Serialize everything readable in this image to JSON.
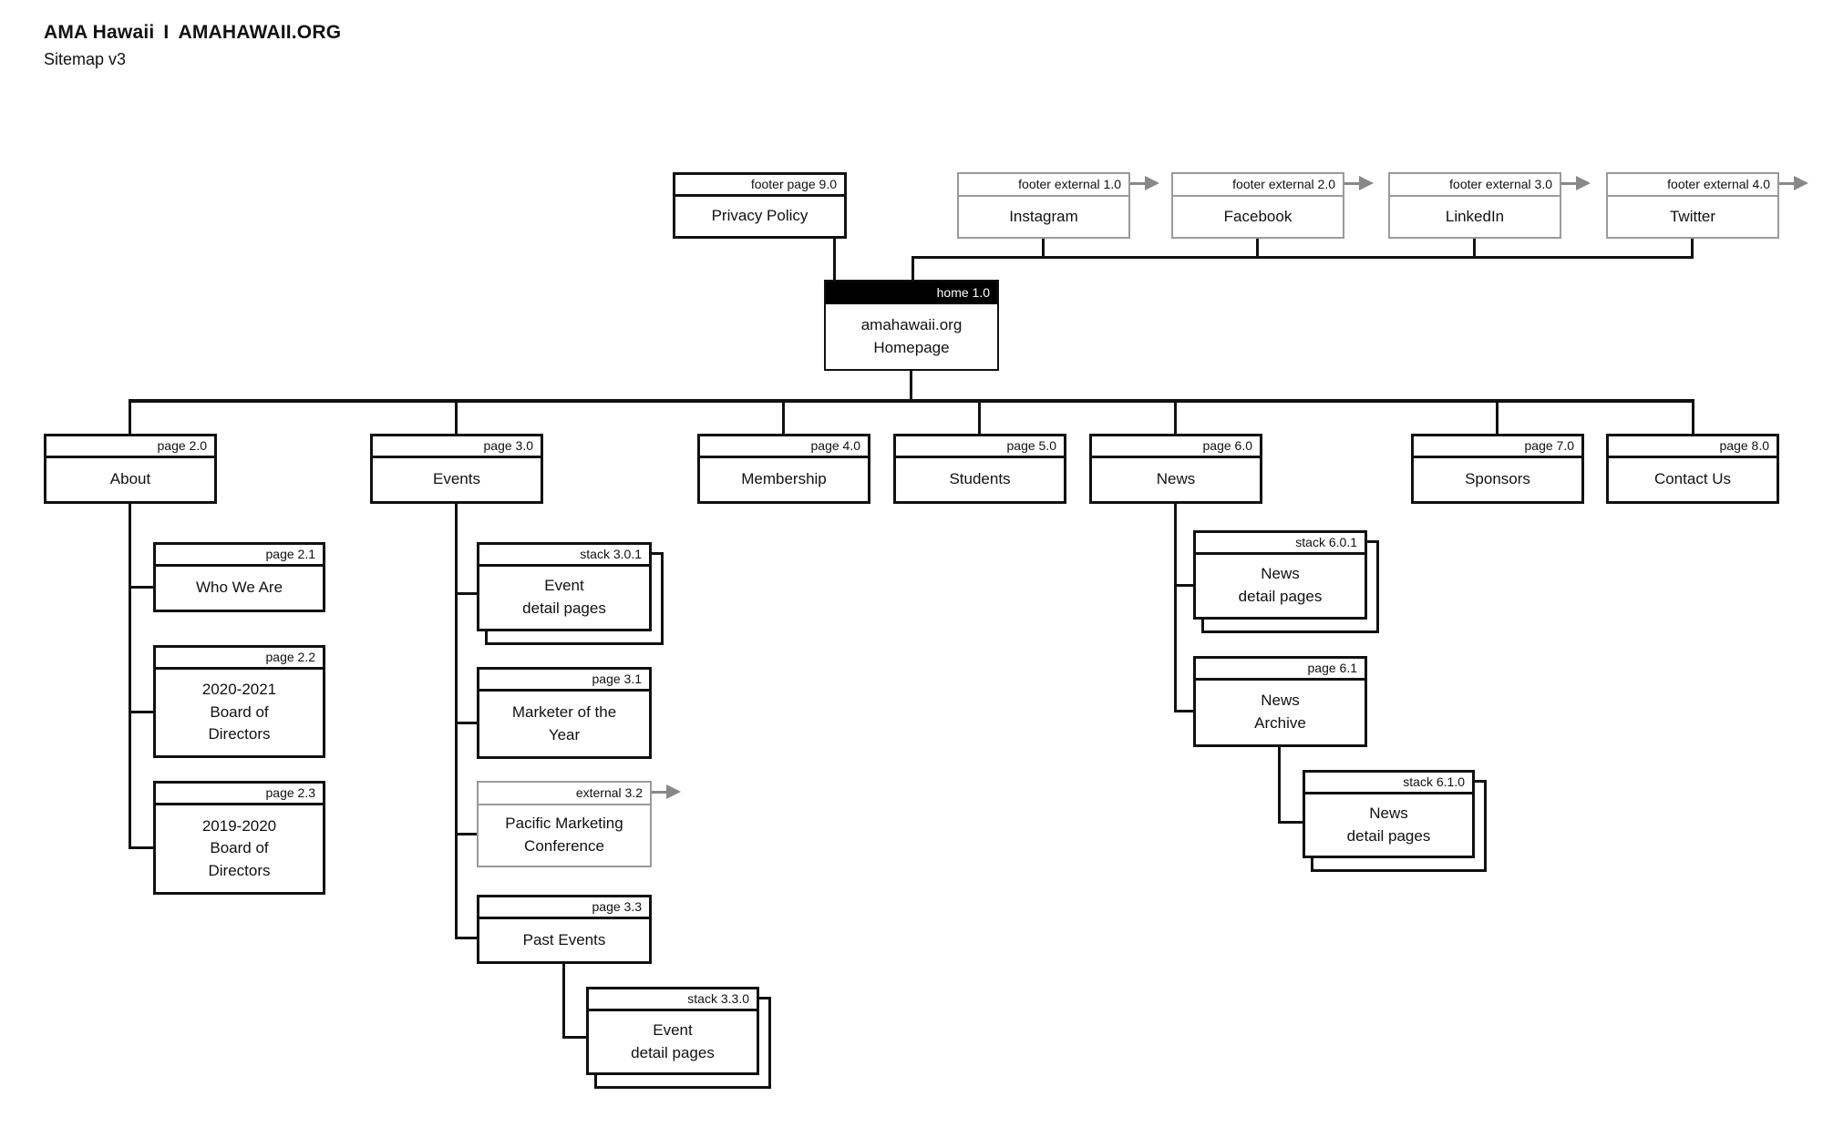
{
  "header": {
    "brand": "AMA Hawaii",
    "separator": "I",
    "site": "AMAHAWAII.ORG",
    "subtitle": "Sitemap v3"
  },
  "colors": {
    "page_border": "#111111",
    "external_border": "#9a9a9a",
    "home_header_bg": "#000000",
    "home_header_text": "#ffffff",
    "connector": "#111111",
    "external_arrow": "#888888",
    "background": "#ffffff"
  },
  "nodes": {
    "privacy": {
      "tag": "footer page 9.0",
      "title": "Privacy Policy"
    },
    "instagram": {
      "tag": "footer external 1.0",
      "title": "Instagram"
    },
    "facebook": {
      "tag": "footer external 2.0",
      "title": "Facebook"
    },
    "linkedin": {
      "tag": "footer external 3.0",
      "title": "LinkedIn"
    },
    "twitter": {
      "tag": "footer external 4.0",
      "title": "Twitter"
    },
    "home": {
      "tag": "home 1.0",
      "title": "amahawaii.org\nHomepage"
    },
    "about": {
      "tag": "page 2.0",
      "title": "About"
    },
    "events": {
      "tag": "page 3.0",
      "title": "Events"
    },
    "membership": {
      "tag": "page 4.0",
      "title": "Membership"
    },
    "students": {
      "tag": "page 5.0",
      "title": "Students"
    },
    "news": {
      "tag": "page 6.0",
      "title": "News"
    },
    "sponsors": {
      "tag": "page 7.0",
      "title": "Sponsors"
    },
    "contact": {
      "tag": "page 8.0",
      "title": "Contact Us"
    },
    "who_we_are": {
      "tag": "page 2.1",
      "title": "Who We Are"
    },
    "board_2020": {
      "tag": "page 2.2",
      "title": "2020-2021\nBoard of\nDirectors"
    },
    "board_2019": {
      "tag": "page 2.3",
      "title": "2019-2020\nBoard of\nDirectors"
    },
    "event_details_1": {
      "tag": "stack 3.0.1",
      "title": "Event\ndetail pages"
    },
    "marketer": {
      "tag": "page 3.1",
      "title": "Marketer of the\nYear"
    },
    "pacific": {
      "tag": "external 3.2",
      "title": "Pacific Marketing\nConference"
    },
    "past_events": {
      "tag": "page 3.3",
      "title": "Past Events"
    },
    "event_details_2": {
      "tag": "stack 3.3.0",
      "title": "Event\ndetail pages"
    },
    "news_details_1": {
      "tag": "stack 6.0.1",
      "title": "News\ndetail pages"
    },
    "news_archive": {
      "tag": "page 6.1",
      "title": "News\nArchive"
    },
    "news_details_2": {
      "tag": "stack 6.1.0",
      "title": "News\ndetail pages"
    }
  }
}
